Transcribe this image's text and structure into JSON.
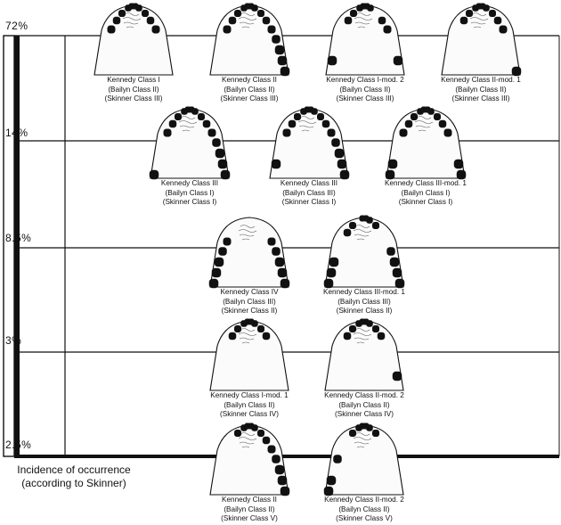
{
  "rows": [
    {
      "percent": "72%",
      "classes": [
        {
          "lines": [
            "Kennedy Class I",
            "(Bailyn Class II)",
            "(Skinner Class III)"
          ],
          "pattern": "classI"
        },
        {
          "lines": [
            "Kennedy Class II",
            "(Bailyn Class II)",
            "(Skinner Class III)"
          ],
          "pattern": "classII"
        },
        {
          "lines": [
            "Kennedy Class I-mod. 2",
            "(Bailyn Class II)",
            "(Skinner Class III)"
          ],
          "pattern": "classImod2"
        },
        {
          "lines": [
            "Kennedy Class II-mod. 1",
            "(Bailyn Class II)",
            "(Skinner Class III)"
          ],
          "pattern": "classIImod1"
        }
      ]
    },
    {
      "percent": "14%",
      "classes": [
        {
          "lines": [
            "Kennedy Class III",
            "(Bailyn Class I)",
            "(Skinner Class I)"
          ],
          "pattern": "classIII"
        },
        {
          "lines": [
            "Kennedy Class III",
            "(Bailyn Class III)",
            "(Skinner Class I)"
          ],
          "pattern": "classIIIb"
        },
        {
          "lines": [
            "Kennedy Class III-mod. 1",
            "(Bailyn Class I)",
            "(Skinner Class I)"
          ],
          "pattern": "classIIImod1"
        }
      ]
    },
    {
      "percent": "8.5%",
      "classes": [
        {
          "lines": [
            "Kennedy Class IV",
            "(Bailyn Class III)",
            "(Skinner Class II)"
          ],
          "pattern": "classIV"
        },
        {
          "lines": [
            "Kennedy Class III-mod. 1",
            "(Bailyn Class III)",
            "(Skinner Class II)"
          ],
          "pattern": "classIIImod1b"
        }
      ]
    },
    {
      "percent": "3%",
      "classes": [
        {
          "lines": [
            "Kennedy Class I-mod. 1",
            "(Bailyn Class II)",
            "(Skinner Class IV)"
          ],
          "pattern": "classImod1"
        },
        {
          "lines": [
            "Kennedy Class II-mod. 2",
            "(Bailyn Class II)",
            "(Skinner Class IV)"
          ],
          "pattern": "classIImod2"
        }
      ]
    },
    {
      "percent": "2.5%",
      "classes": [
        {
          "lines": [
            "Kennedy Class II",
            "(Bailyn Class II)",
            "(Skinner Class V)"
          ],
          "pattern": "classIIb"
        },
        {
          "lines": [
            "Kennedy Class II-mod. 2",
            "(Bailyn Class II)",
            "(Skinner Class V)"
          ],
          "pattern": "classIImod2b"
        }
      ]
    }
  ],
  "axis_caption": [
    "Incidence of occurrence",
    "(according to Skinner)"
  ],
  "colors": {
    "ink": "#111111",
    "paper": "#ffffff",
    "palate": "#fbfbfb"
  }
}
